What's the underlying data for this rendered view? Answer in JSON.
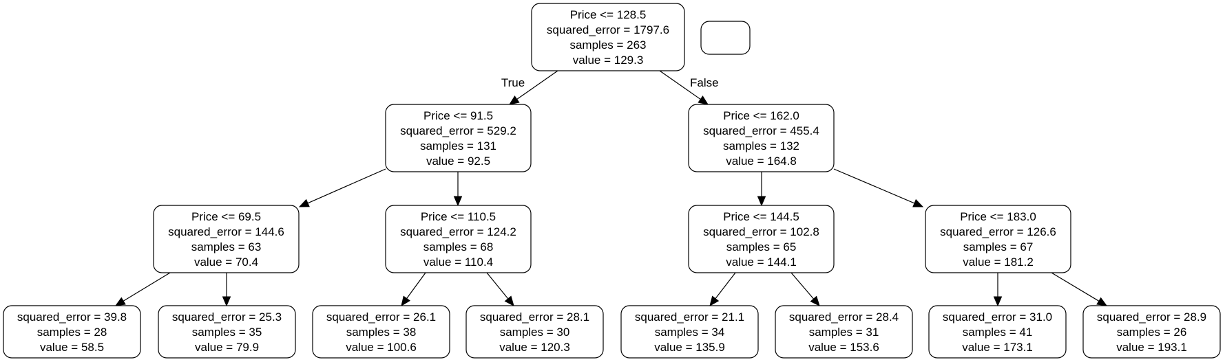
{
  "tree": {
    "nodes": [
      {
        "id": "n0",
        "lines": [
          "Price <= 128.5",
          "squared_error = 1797.6",
          "samples = 263",
          "value = 129.3"
        ]
      },
      {
        "id": "n1",
        "lines": [
          "Price <= 91.5",
          "squared_error = 529.2",
          "samples = 131",
          "value = 92.5"
        ]
      },
      {
        "id": "n2",
        "lines": [
          "Price <= 162.0",
          "squared_error = 455.4",
          "samples = 132",
          "value = 164.8"
        ]
      },
      {
        "id": "n3",
        "lines": [
          "Price <= 69.5",
          "squared_error = 144.6",
          "samples = 63",
          "value = 70.4"
        ]
      },
      {
        "id": "n4",
        "lines": [
          "Price <= 110.5",
          "squared_error = 124.2",
          "samples = 68",
          "value = 110.4"
        ]
      },
      {
        "id": "n5",
        "lines": [
          "Price <= 144.5",
          "squared_error = 102.8",
          "samples = 65",
          "value = 144.1"
        ]
      },
      {
        "id": "n6",
        "lines": [
          "Price <= 183.0",
          "squared_error = 126.6",
          "samples = 67",
          "value = 181.2"
        ]
      },
      {
        "id": "n7",
        "lines": [
          "squared_error = 39.8",
          "samples = 28",
          "value = 58.5"
        ]
      },
      {
        "id": "n8",
        "lines": [
          "squared_error = 25.3",
          "samples = 35",
          "value = 79.9"
        ]
      },
      {
        "id": "n9",
        "lines": [
          "squared_error = 26.1",
          "samples = 38",
          "value = 100.6"
        ]
      },
      {
        "id": "n10",
        "lines": [
          "squared_error = 28.1",
          "samples = 30",
          "value = 120.3"
        ]
      },
      {
        "id": "n11",
        "lines": [
          "squared_error = 21.1",
          "samples = 34",
          "value = 135.9"
        ]
      },
      {
        "id": "n12",
        "lines": [
          "squared_error = 28.4",
          "samples = 31",
          "value = 153.6"
        ]
      },
      {
        "id": "n13",
        "lines": [
          "squared_error = 31.0",
          "samples = 41",
          "value = 173.1"
        ]
      },
      {
        "id": "n14",
        "lines": [
          "squared_error = 28.9",
          "samples = 26",
          "value = 193.1"
        ]
      },
      {
        "id": "legend",
        "lines": []
      }
    ],
    "edges": [
      {
        "from": "n0",
        "to": "n1",
        "label": "True"
      },
      {
        "from": "n0",
        "to": "n2",
        "label": "False"
      },
      {
        "from": "n1",
        "to": "n3",
        "label": ""
      },
      {
        "from": "n1",
        "to": "n4",
        "label": ""
      },
      {
        "from": "n2",
        "to": "n5",
        "label": ""
      },
      {
        "from": "n2",
        "to": "n6",
        "label": ""
      },
      {
        "from": "n3",
        "to": "n7",
        "label": ""
      },
      {
        "from": "n3",
        "to": "n8",
        "label": ""
      },
      {
        "from": "n4",
        "to": "n9",
        "label": ""
      },
      {
        "from": "n4",
        "to": "n10",
        "label": ""
      },
      {
        "from": "n5",
        "to": "n11",
        "label": ""
      },
      {
        "from": "n5",
        "to": "n12",
        "label": ""
      },
      {
        "from": "n6",
        "to": "n13",
        "label": ""
      },
      {
        "from": "n6",
        "to": "n14",
        "label": ""
      }
    ]
  }
}
